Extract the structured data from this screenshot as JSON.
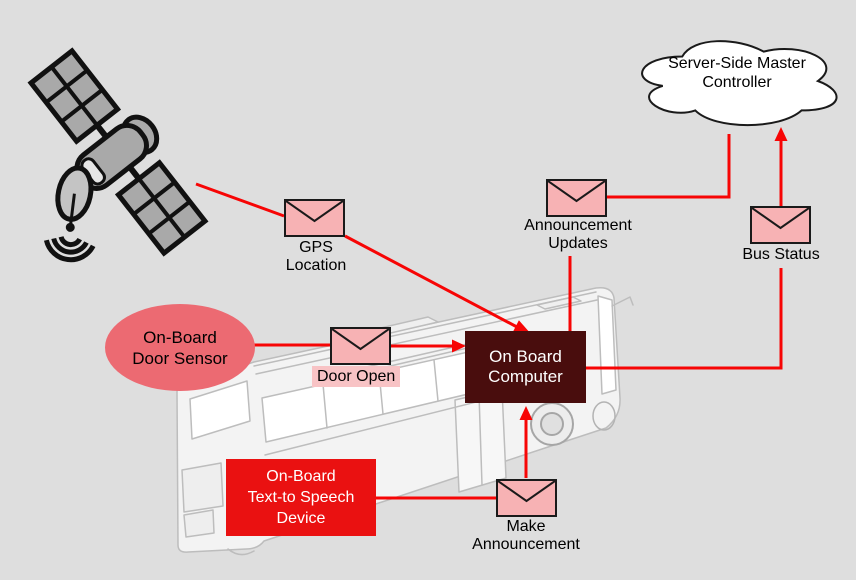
{
  "diagram": {
    "background_color": "#dedede",
    "connector_color": "#f70505",
    "envelope_style": {
      "fill": "#f7b2b4",
      "stroke": "#1a1a1a"
    },
    "nodes": {
      "satellite": {
        "icon": "satellite-icon"
      },
      "server_cloud": {
        "shape": "cloud",
        "fill": "#ffffff",
        "line1": "Server-Side Master",
        "line2": "Controller"
      },
      "door_sensor": {
        "shape": "ellipse",
        "fill": "#ec6a72",
        "line1": "On-Board",
        "line2": "Door Sensor"
      },
      "onboard_computer": {
        "shape": "rect",
        "fill": "#490d0d",
        "line1": "On Board",
        "line2": "Computer"
      },
      "tts_device": {
        "shape": "rect",
        "fill": "#ea1111",
        "line1": "On-Board",
        "line2": "Text-to Speech",
        "line3": "Device"
      }
    },
    "messages": {
      "gps": {
        "icon": "envelope-icon",
        "line1": "GPS",
        "line2": "Location"
      },
      "announcement_updates": {
        "icon": "envelope-icon",
        "line1": "Announcement",
        "line2": "Updates"
      },
      "bus_status": {
        "icon": "envelope-icon",
        "label": "Bus Status"
      },
      "door_open": {
        "icon": "envelope-icon",
        "label": "Door Open",
        "label_bg": "#f8c3c5"
      },
      "make_announcement": {
        "icon": "envelope-icon",
        "line1": "Make",
        "line2": "Announcement"
      }
    }
  }
}
